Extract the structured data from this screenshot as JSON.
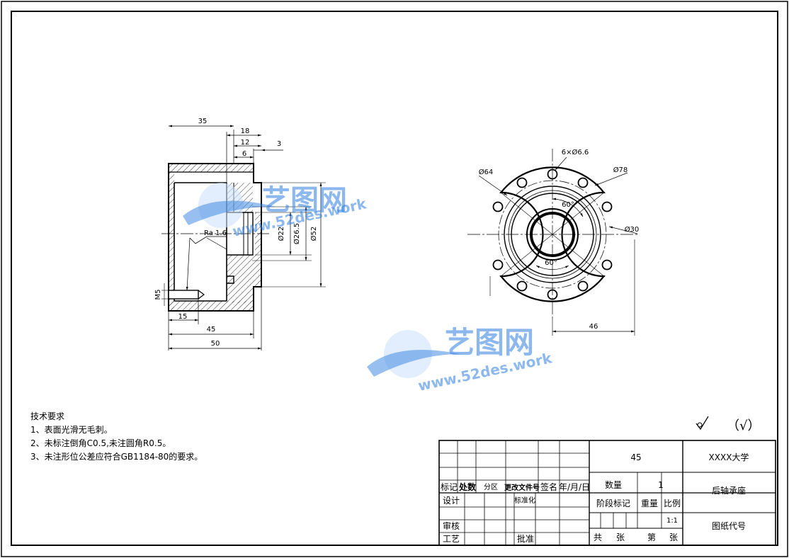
{
  "drawing": {
    "section_view": {
      "dims": {
        "len35": "35",
        "len18": "18",
        "len12": "12",
        "len6": "6",
        "len3": "3",
        "len15": "15",
        "len45": "45",
        "len50": "50",
        "dia22": "Ø22",
        "dia26_5": "Ø26.5",
        "dia52": "Ø52",
        "thread": "M5",
        "roughness": "Ra 1.6"
      }
    },
    "front_view": {
      "dims": {
        "holes": "6×Ø6.6",
        "dia64": "Ø64",
        "dia78": "Ø78",
        "dia30": "Ø30",
        "ang60_top": "60°",
        "ang60_bottom": "60°",
        "len46": "46"
      }
    }
  },
  "watermark": {
    "brand": "艺图网",
    "url": "www.52des.work"
  },
  "roughness_symbol": {
    "paren": "（√）"
  },
  "tech_notes": {
    "heading": "技术要求",
    "items": [
      "1、表面光滑无毛刺。",
      "2、未标注倒角C0.5,未注圆角R0.5。",
      "3、未注形位公差应符合GB1184-80的要求。"
    ]
  },
  "title_block": {
    "material": "45",
    "school": "XXXX大学",
    "part_name": "后轴承座",
    "drawing_no": "图纸代号",
    "labels": {
      "mark": "标记",
      "count": "处数",
      "zone": "分区",
      "doc_no": "更改文件号",
      "sign": "签名",
      "date": "年/月/日",
      "design": "设计",
      "std": "标准化",
      "check": "审核",
      "process": "工艺",
      "approve": "批准",
      "qty": "数量",
      "stage": "阶段标记",
      "weight": "重量",
      "scale": "比例",
      "total": "共",
      "sheets": "张",
      "no": "第",
      "sheet": "张"
    },
    "qty_value": "1",
    "scale_value": "1:1"
  }
}
